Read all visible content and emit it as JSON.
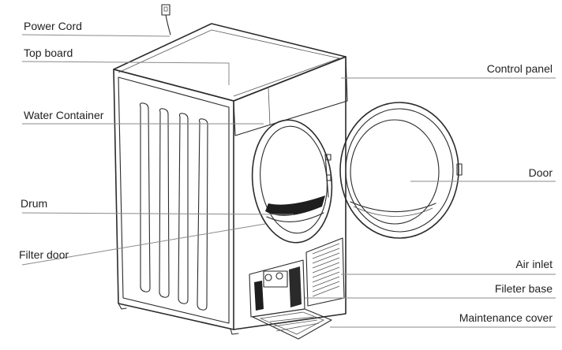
{
  "labels": {
    "power_cord": "Power Cord",
    "top_board": "Top board",
    "control_panel": "Control panel",
    "water_container": "Water Container",
    "door": "Door",
    "drum": "Drum",
    "filter_door": "Filter door",
    "air_inlet": "Air inlet",
    "fileter_base": "Fileter base",
    "maintenance_cover": "Maintenance cover"
  }
}
